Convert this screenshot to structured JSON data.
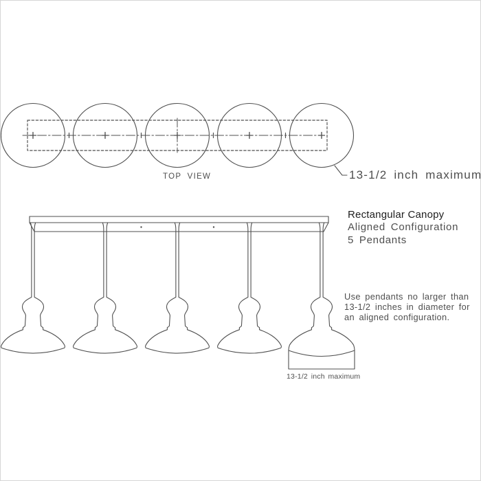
{
  "colors": {
    "background": "#ffffff",
    "frame": "#d6d6d6",
    "line": "#4f4f4f",
    "heading_text": "#1d1d1d",
    "cad_text": "#4e4e4e"
  },
  "top_view": {
    "label": "TOP VIEW",
    "leader_label": "13-1/2 inch maximum",
    "pendant_circle_count": 5
  },
  "side_view": {
    "title_line1": "Rectangular Canopy",
    "title_line2": "Aligned Configuration",
    "title_line3": "5 Pendants",
    "note_lines": [
      "Use pendants no larger than",
      "13-1/2 inches in diameter for",
      "an aligned configuration."
    ],
    "dimension_label": "13-1/2 inch maximum",
    "pendant_count": 5
  }
}
